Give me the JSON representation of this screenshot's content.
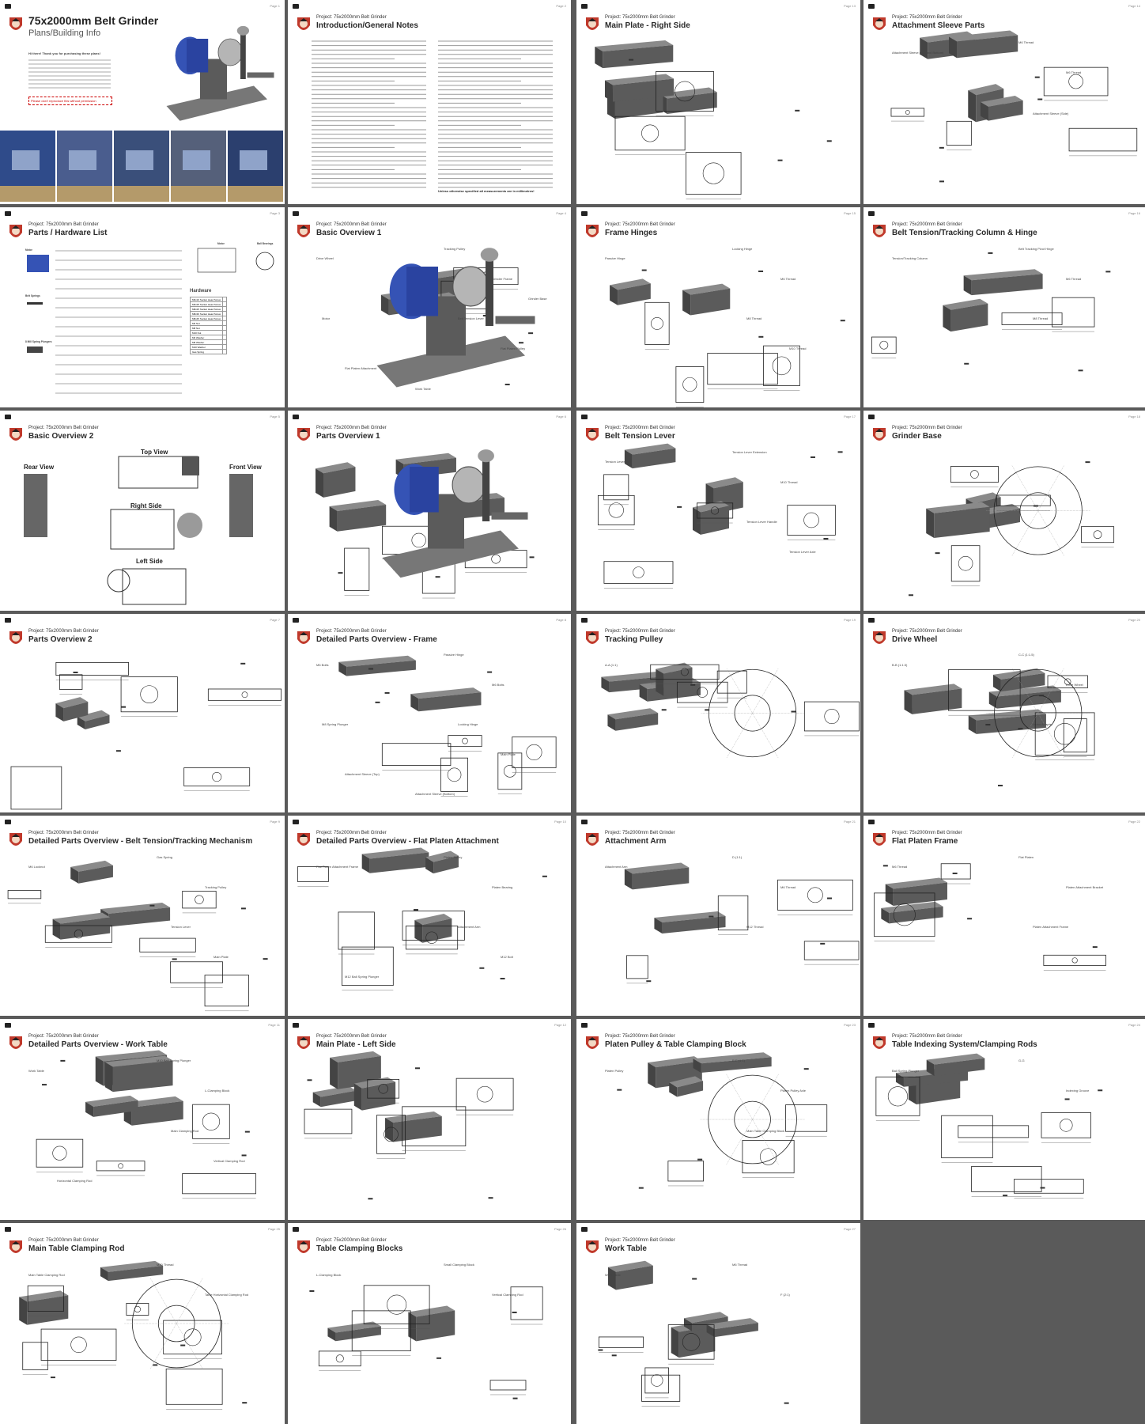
{
  "brand": {
    "accent_blue": "#3553b5",
    "part_grey": "#5b5b5b",
    "sheet_bg": "#5a5a5a"
  },
  "pages": [
    {
      "kind": "cover",
      "num": "Page 1",
      "title": "75x2000mm Belt Grinder",
      "subtitle": "Plans/Building Info",
      "greeting": "Hi there! Thank you for purchasing these plans!",
      "note": "Please don't reproduce this without permission"
    },
    {
      "kind": "text",
      "num": "Page 2",
      "project": "Project: 75x2000mm Belt Grinder",
      "title": "Introduction/General Notes",
      "footer": "Unless otherwise specified all measurements are in millimetres!"
    },
    {
      "kind": "drawing",
      "num": "Page 13",
      "project": "Project: 75x2000mm Belt Grinder",
      "title": "Main Plate - Right Side"
    },
    {
      "kind": "drawing",
      "num": "Page 14",
      "project": "Project: 75x2000mm Belt Grinder",
      "title": "Attachment Sleeve Parts",
      "labels": [
        "Attachment Sleeve (Top and Bottom)",
        "M6 Thread",
        "M6 Thread",
        "Attachment Sleeve (Side)"
      ]
    },
    {
      "kind": "hardware",
      "num": "Page 3",
      "project": "Project: 75x2000mm Belt Grinder",
      "title": "Parts / Hardware List",
      "col_left": [
        "Motor",
        "Belt Springs",
        "8 Mill Spring Plungers"
      ],
      "col_right": [
        "Motor",
        "Ball Bearings"
      ],
      "hw_header": "Hardware",
      "hw_rows": [
        "M6x16 Socket Head Screw",
        "M6x25 Socket Head Screw",
        "M8x25 Socket Head Screw",
        "M8x30 Socket Head Screw",
        "M8x45 Socket Head Screw",
        "M6 Nut",
        "M8 Nut",
        "M10 Nut",
        "M6 Washer",
        "M8 Washer",
        "M10 Washer",
        "Gas Spring"
      ]
    },
    {
      "kind": "drawing",
      "num": "Page 4",
      "project": "Project: 75x2000mm Belt Grinder",
      "title": "Basic Overview 1",
      "labels": [
        "Drive Wheel",
        "Tracking Pulley",
        "Grinder Frame",
        "Belt Tension Lever",
        "Flat Platen Pulley",
        "Flat Platen Attachment",
        "Work Table",
        "Motor",
        "Grinder Base"
      ]
    },
    {
      "kind": "drawing",
      "num": "Page 15",
      "project": "Project: 75x2000mm Belt Grinder",
      "title": "Frame Hinges",
      "labels": [
        "Passive Hinge",
        "Locking Hinge",
        "M6 Thread",
        "M8 Thread",
        "M10 Thread"
      ]
    },
    {
      "kind": "drawing",
      "num": "Page 16",
      "project": "Project: 75x2000mm Belt Grinder",
      "title": "Belt Tension/Tracking Column & Hinge",
      "labels": [
        "Tension/Tracking Column",
        "Belt Tracking Pivot Hinge",
        "M6 Thread",
        "M8 Thread"
      ]
    },
    {
      "kind": "overview2",
      "num": "Page 5",
      "project": "Project: 75x2000mm Belt Grinder",
      "title": "Basic Overview 2",
      "views": [
        "Top View",
        "Rear View",
        "Right Side",
        "Front View",
        "Left Side"
      ]
    },
    {
      "kind": "drawing",
      "num": "Page 6",
      "project": "Project: 75x2000mm Belt Grinder",
      "title": "Parts Overview 1"
    },
    {
      "kind": "drawing",
      "num": "Page 17",
      "project": "Project: 75x2000mm Belt Grinder",
      "title": "Belt Tension Lever",
      "labels": [
        "Tension Lever",
        "Tension Lever Extension",
        "M10 Thread",
        "Tension Lever Handle",
        "Tension Lever Axle"
      ]
    },
    {
      "kind": "drawing",
      "num": "Page 18",
      "project": "Project: 75x2000mm Belt Grinder",
      "title": "Grinder Base"
    },
    {
      "kind": "drawing",
      "num": "Page 7",
      "project": "Project: 75x2000mm Belt Grinder",
      "title": "Parts Overview 2"
    },
    {
      "kind": "drawing",
      "num": "Page 8",
      "project": "Project: 75x2000mm Belt Grinder",
      "title": "Detailed Parts Overview - Frame",
      "labels": [
        "M6 Bolts",
        "Passive Hinge",
        "M6 Bolts",
        "Locking Hinge",
        "Main Plate",
        "Attachment Sleeve (Top)",
        "Attachment Sleeve (Bottom)",
        "M8 Spring Plunger"
      ]
    },
    {
      "kind": "drawing",
      "num": "Page 19",
      "project": "Project: 75x2000mm Belt Grinder",
      "title": "Tracking Pulley",
      "labels": [
        "A-A (1:1)"
      ]
    },
    {
      "kind": "drawing",
      "num": "Page 20",
      "project": "Project: 75x2000mm Belt Grinder",
      "title": "Drive Wheel",
      "labels": [
        "B-B (1:1.5)",
        "C-C (1:1.5)",
        "Drive Wheel",
        "Motor Adapter"
      ]
    },
    {
      "kind": "drawing",
      "num": "Page 9",
      "project": "Project: 75x2000mm Belt Grinder",
      "title": "Detailed Parts Overview - Belt Tension/Tracking Mechanism",
      "labels": [
        "M6 Locknut",
        "Gas Spring",
        "Tracking Pulley",
        "Tension Lever",
        "Main Plate"
      ]
    },
    {
      "kind": "drawing",
      "num": "Page 10",
      "project": "Project: 75x2000mm Belt Grinder",
      "title": "Detailed Parts Overview - Flat Platen Attachment",
      "labels": [
        "Flat Platen Attachment Frame",
        "Platen Pulley",
        "Platen Bearing",
        "Attachment Arm",
        "M12 Bolt",
        "M12 Ball Spring Plunger"
      ]
    },
    {
      "kind": "drawing",
      "num": "Page 21",
      "project": "Project: 75x2000mm Belt Grinder",
      "title": "Attachment Arm",
      "labels": [
        "Attachment Arm",
        "D (1:1)",
        "M6 Thread",
        "M12 Thread"
      ]
    },
    {
      "kind": "drawing",
      "num": "Page 22",
      "project": "Project: 75x2000mm Belt Grinder",
      "title": "Flat Platen Frame",
      "labels": [
        "M6 Thread",
        "Flat Platen",
        "Platen Attachment Bracket",
        "Platen Attachment Frame"
      ]
    },
    {
      "kind": "drawing",
      "num": "Page 11",
      "project": "Project: 75x2000mm Belt Grinder",
      "title": "Detailed Parts Overview - Work Table",
      "labels": [
        "Work Table",
        "M10 Ball Spring Plunger",
        "L-Clamping Block",
        "Main Clamping Rod",
        "Vertical Clamping Rod",
        "Horizontal Clamping Rod"
      ]
    },
    {
      "kind": "drawing",
      "num": "Page 12",
      "project": "Project: 75x2000mm Belt Grinder",
      "title": "Main Plate - Left Side"
    },
    {
      "kind": "drawing",
      "num": "Page 23",
      "project": "Project: 75x2000mm Belt Grinder",
      "title": "Platen Pulley & Table Clamping Block",
      "labels": [
        "Platen Pulley",
        "E-E (1:1)",
        "Platen Pulley Axle",
        "Main Table Clamping Block"
      ]
    },
    {
      "kind": "drawing",
      "num": "Page 24",
      "project": "Project: 75x2000mm Belt Grinder",
      "title": "Table Indexing System/Clamping Rods",
      "labels": [
        "Ball Spring Plunger",
        "G-G",
        "Indexing Groove"
      ]
    },
    {
      "kind": "drawing",
      "num": "Page 25",
      "project": "Project: 75x2000mm Belt Grinder",
      "title": "Main Table Clamping Rod",
      "labels": [
        "Main Table Clamping Rod",
        "M10 Thread",
        "Table Horizontal Clamping Rod"
      ]
    },
    {
      "kind": "drawing",
      "num": "Page 26",
      "project": "Project: 75x2000mm Belt Grinder",
      "title": "Table Clamping Blocks",
      "labels": [
        "L-Clamping Block",
        "Small Clamping Block",
        "Vertical Clamping Rod"
      ]
    },
    {
      "kind": "drawing",
      "num": "Page 27",
      "project": "Project: 75x2000mm Belt Grinder",
      "title": "Work Table",
      "labels": [
        "Work Table",
        "M6 Thread",
        "F (2:1)"
      ]
    }
  ]
}
